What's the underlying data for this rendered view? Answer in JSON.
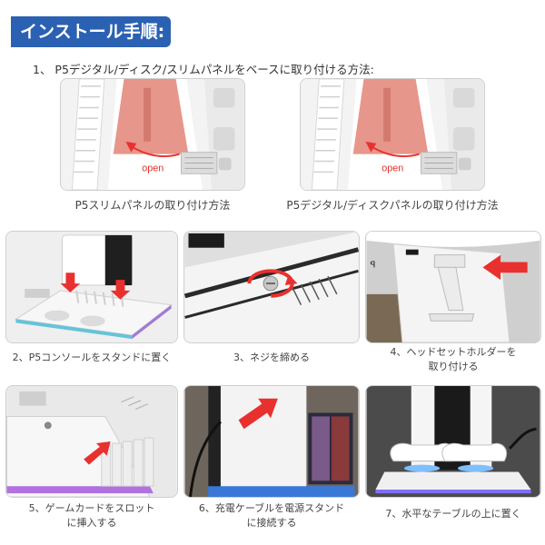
{
  "header": {
    "title": "インストール手順:"
  },
  "step1": {
    "title": "1、 P5デジタル/ディスク/スリムパネルをベースに取り付ける方法:",
    "left_caption": "P5スリムパネルの取り付け方法",
    "right_caption": "P5デジタル/ディスクパネルの取り付け方法",
    "open_label": "open"
  },
  "step2": {
    "caption": "2、P5コンソールをスタンドに置く"
  },
  "step3": {
    "caption": "3、ネジを締める"
  },
  "step4": {
    "caption_line1": "4、ヘッドセットホルダーを",
    "caption_line2": "取り付ける"
  },
  "step5": {
    "caption_line1": "5、ゲームカードをスロット",
    "caption_line2": "に挿入する"
  },
  "step6": {
    "caption_line1": "6、充電ケーブルを電源スタンド",
    "caption_line2": "に接続する"
  },
  "step7": {
    "caption": "7、水平なテーブルの上に置く"
  },
  "colors": {
    "header_bg": "#2b61b3",
    "arrow_red": "#e8312f",
    "panel_salmon": "#e6968a"
  }
}
